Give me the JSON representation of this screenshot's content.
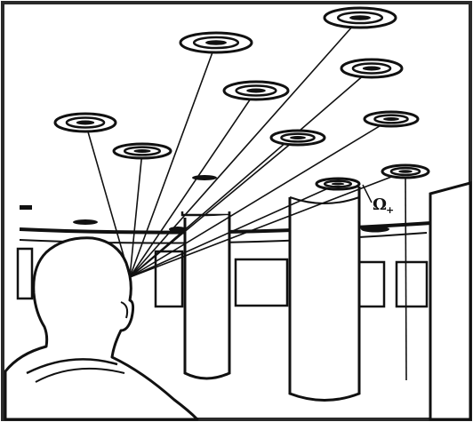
{
  "annotation": {
    "symbol": "Ω",
    "subscript": "+"
  },
  "colors": {
    "ink": "#111111",
    "paper": "#ffffff",
    "border": "#2a2a2a"
  },
  "speakers": [
    {
      "id": "s1"
    },
    {
      "id": "s2"
    },
    {
      "id": "s3"
    },
    {
      "id": "s4"
    },
    {
      "id": "s5"
    },
    {
      "id": "s6"
    },
    {
      "id": "s7"
    },
    {
      "id": "s8"
    },
    {
      "id": "s9"
    },
    {
      "id": "s10"
    }
  ]
}
